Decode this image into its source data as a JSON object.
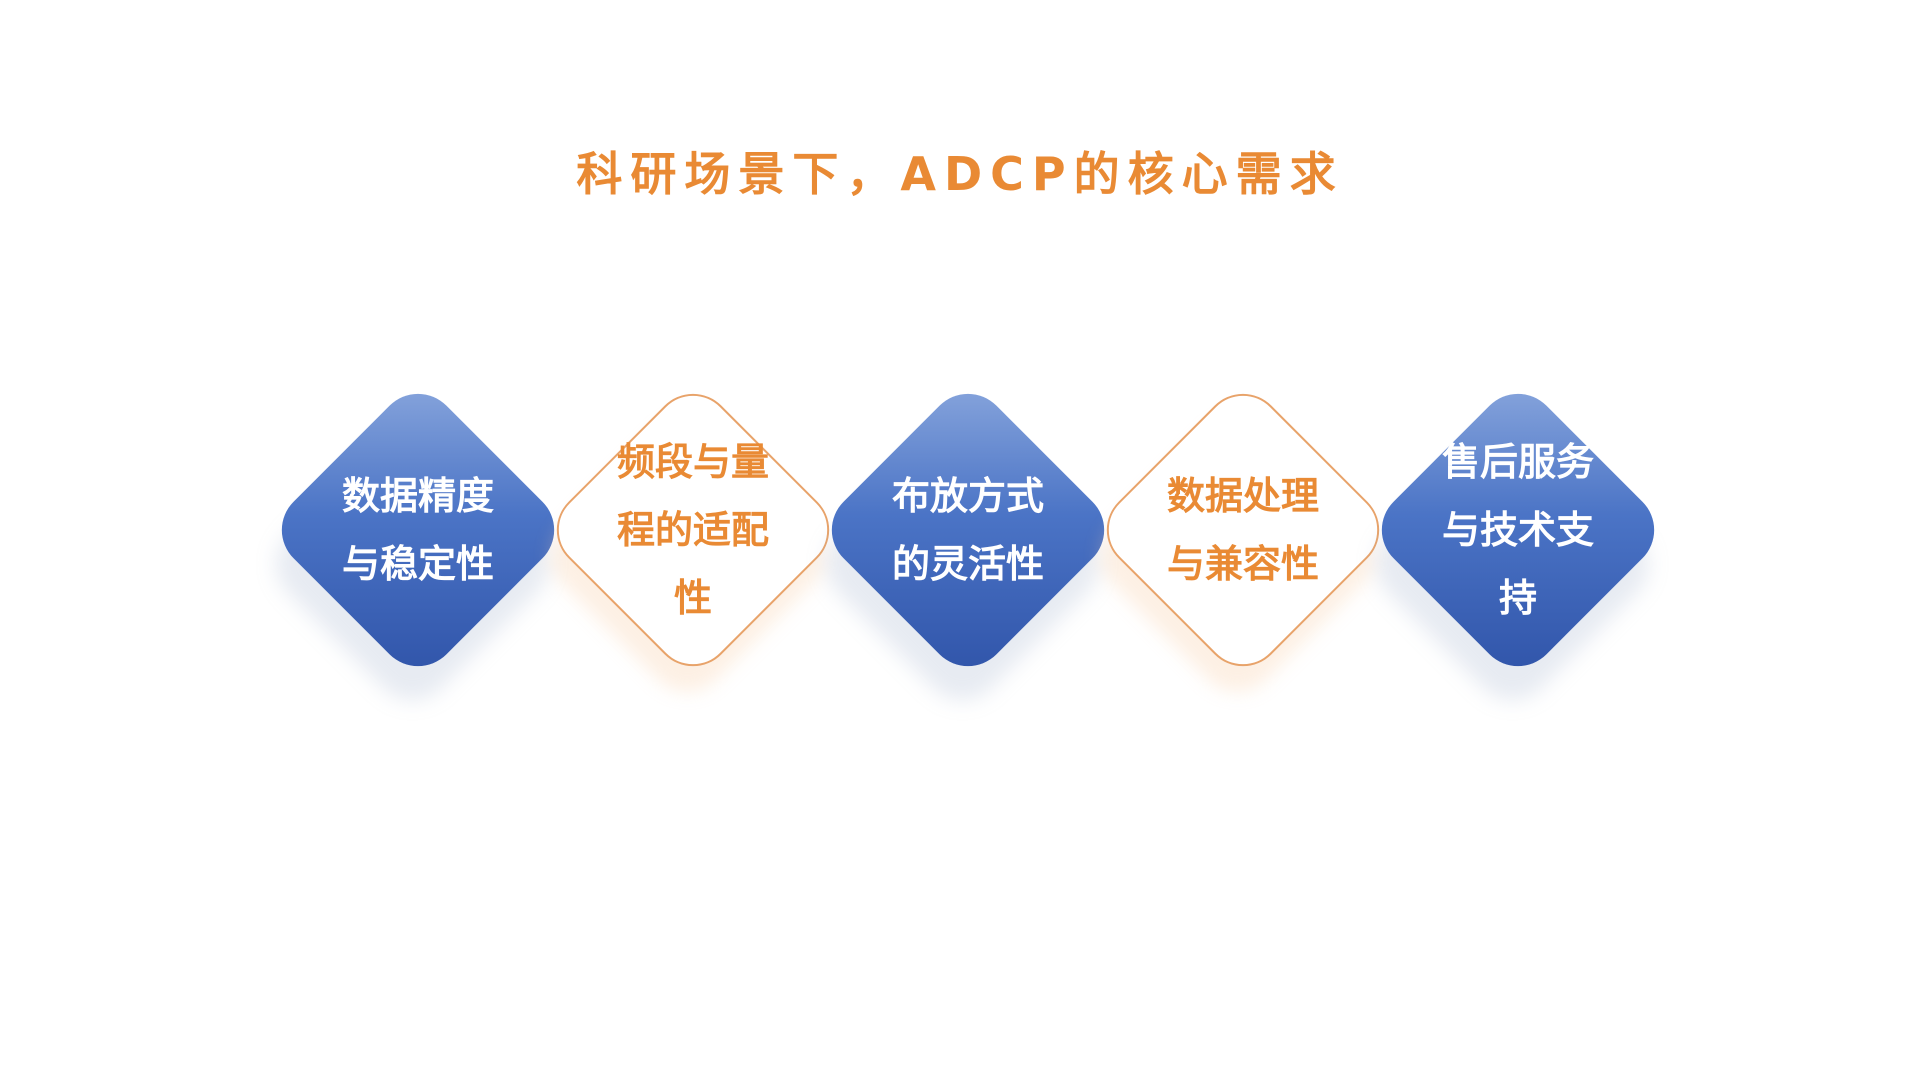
{
  "title": "科研场景下，ADCP的核心需求",
  "items": [
    {
      "label": "数据精度与稳定性",
      "style": "blue"
    },
    {
      "label": "频段与量程的适配性",
      "style": "white"
    },
    {
      "label": "布放方式的灵活性",
      "style": "blue"
    },
    {
      "label": "数据处理与兼容性",
      "style": "white"
    },
    {
      "label": "售后服务与技术支持",
      "style": "blue"
    }
  ],
  "colors": {
    "accent_orange": "#e98a34",
    "blue_top": "#8aa7dd",
    "blue_bottom": "#2f53a8"
  }
}
